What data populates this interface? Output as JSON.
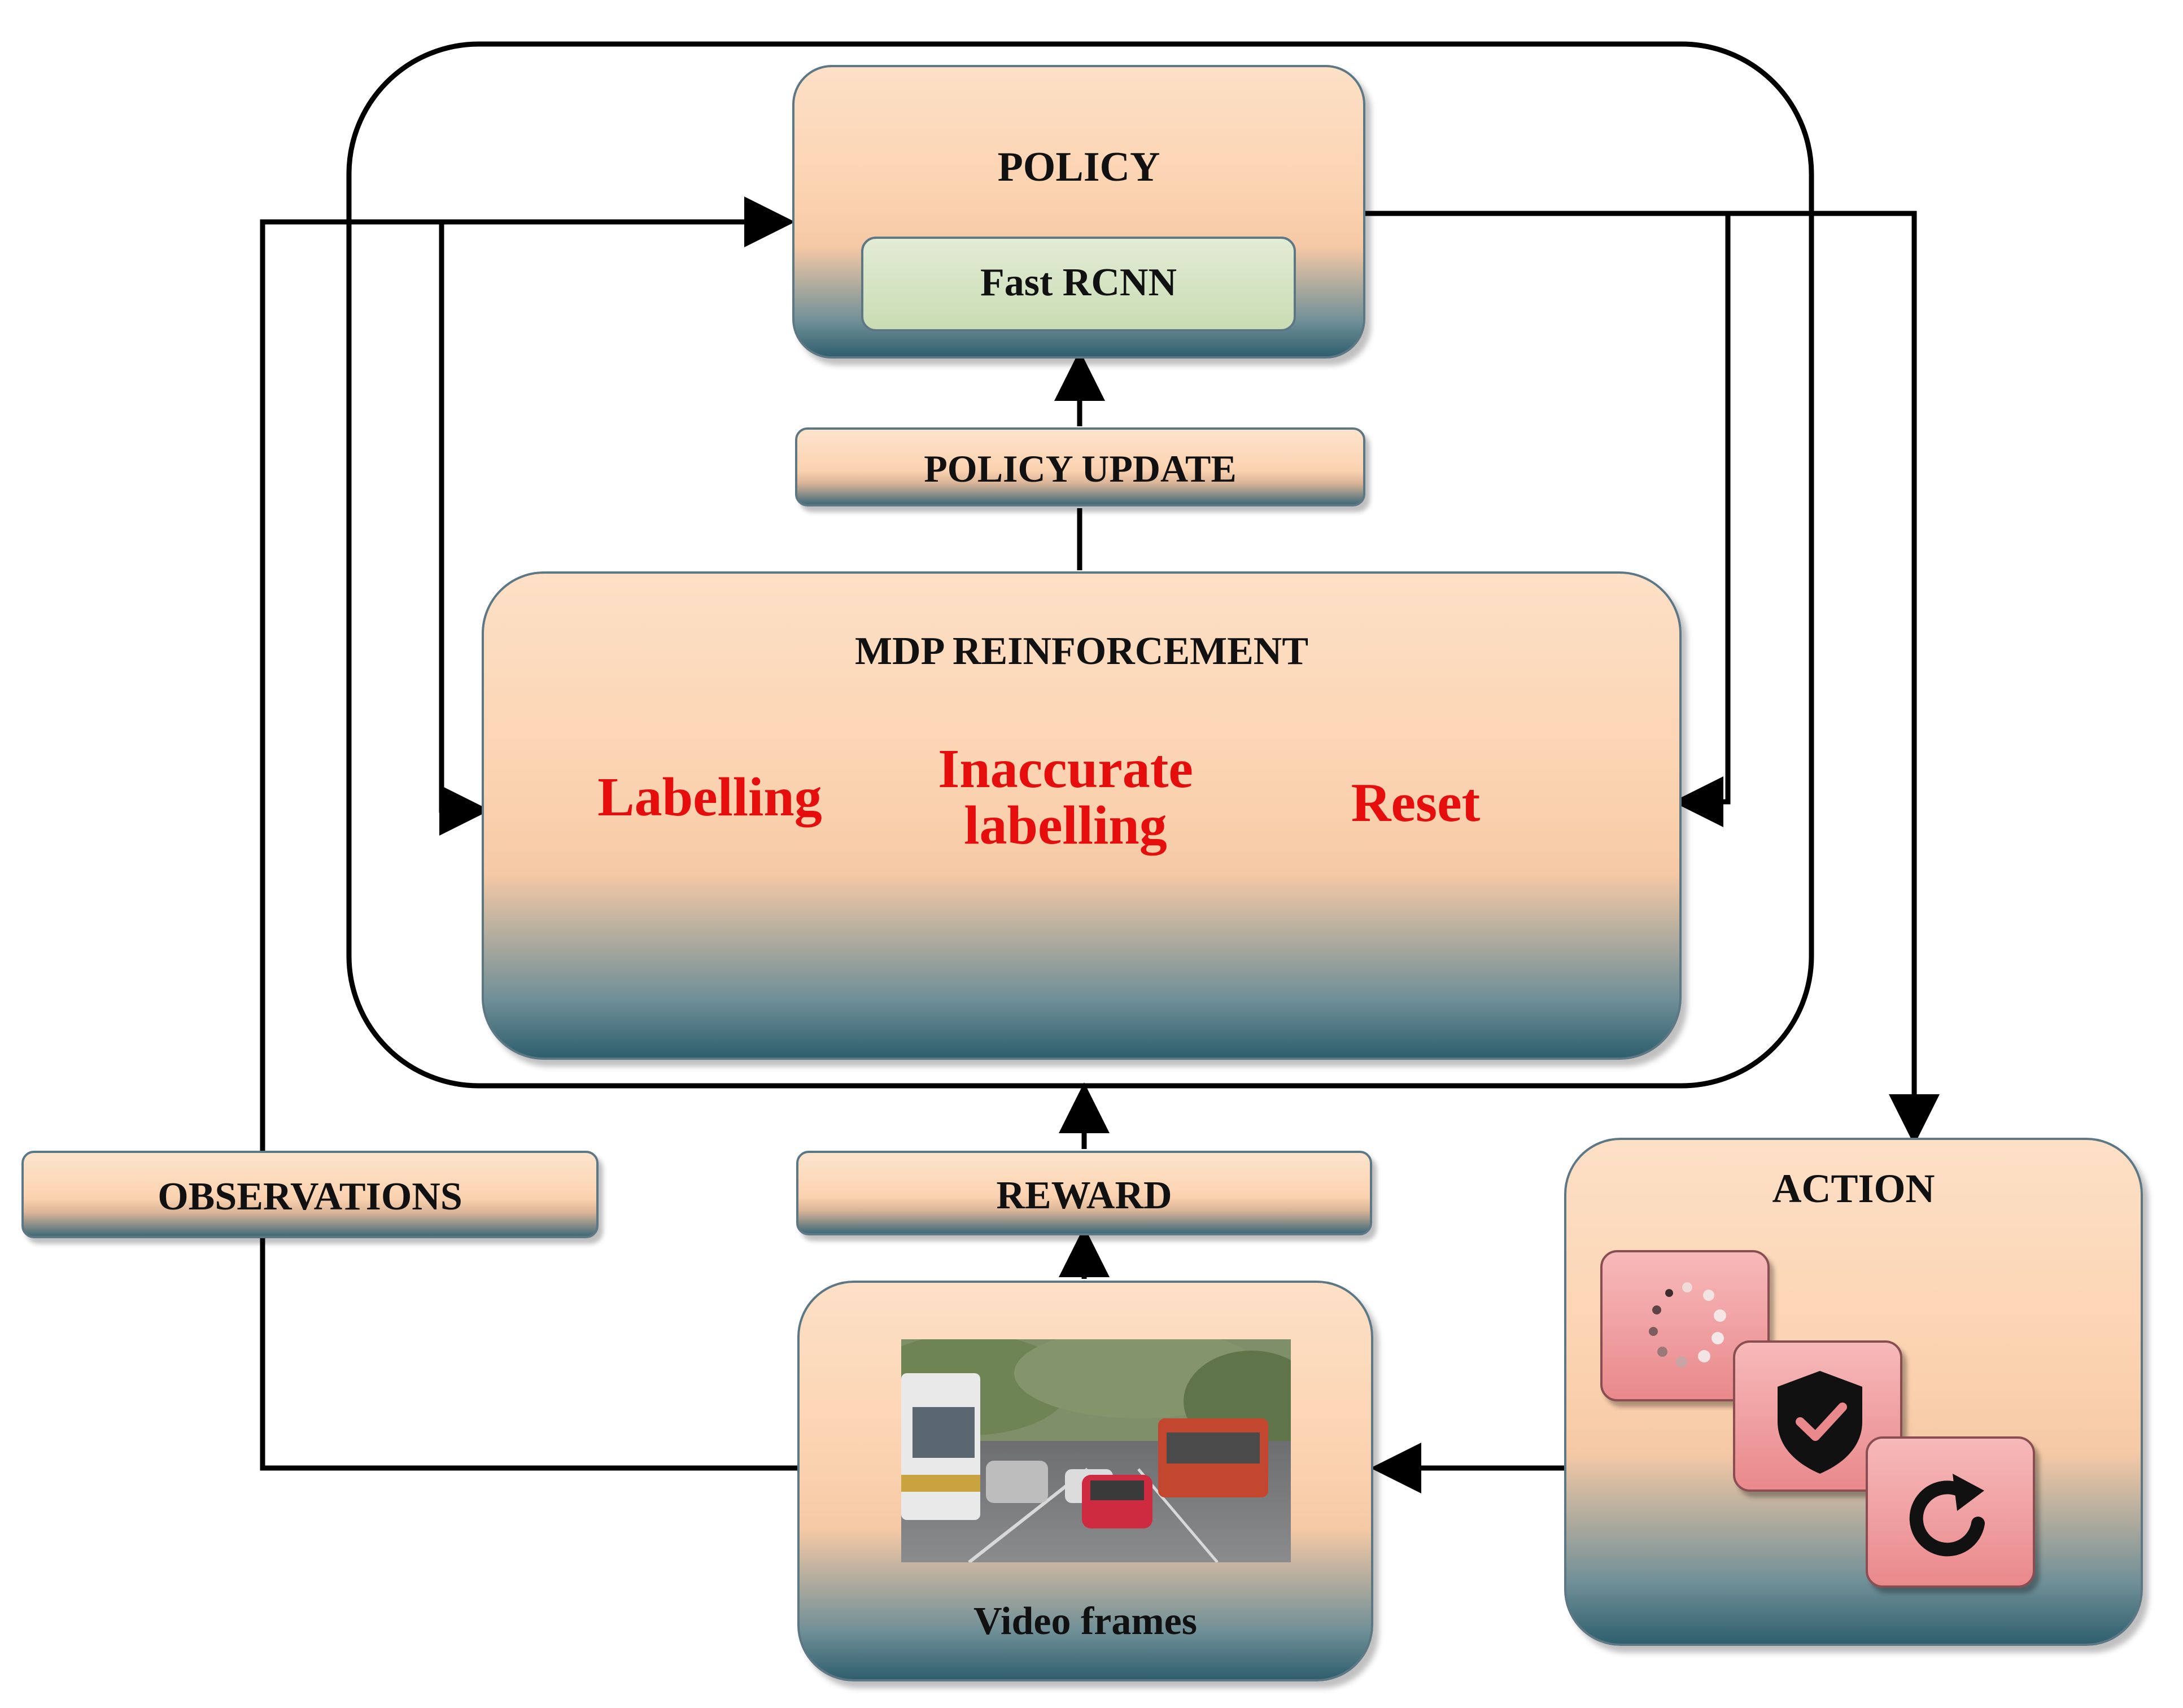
{
  "policy": {
    "title": "POLICY",
    "model": "Fast RCNN"
  },
  "policy_update": {
    "label": "POLICY UPDATE"
  },
  "mdp": {
    "title": "MDP REINFORCEMENT",
    "labelling": "Labelling",
    "inaccurate_line1": "Inaccurate",
    "inaccurate_line2": "labelling",
    "reset": "Reset"
  },
  "observations": {
    "label": "OBSERVATIONS"
  },
  "reward": {
    "label": "REWARD"
  },
  "video": {
    "caption": "Video frames"
  },
  "action": {
    "title": "ACTION"
  },
  "icons": [
    "loading-spinner-icon",
    "shield-check-icon",
    "refresh-icon"
  ]
}
